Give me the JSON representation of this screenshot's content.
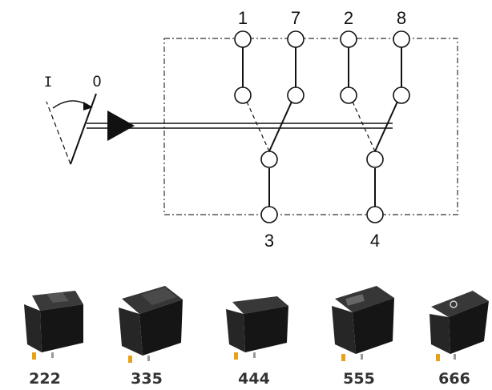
{
  "schematic": {
    "position_labels": {
      "on": "I",
      "off": "0"
    },
    "terminals": {
      "t1": "1",
      "t7": "7",
      "t2": "2",
      "t8": "8",
      "t3": "3",
      "t4": "4"
    }
  },
  "products": [
    {
      "model": "222",
      "icon": "rocker-switch-icon"
    },
    {
      "model": "335",
      "icon": "rocker-switch-icon"
    },
    {
      "model": "444",
      "icon": "rocker-switch-icon"
    },
    {
      "model": "555",
      "icon": "rocker-switch-icon"
    },
    {
      "model": "666",
      "icon": "rocker-switch-icon"
    }
  ],
  "colors": {
    "line": "#111111",
    "switch_body": "#1c1c1c",
    "terminal_pin": "#e8a21a"
  }
}
